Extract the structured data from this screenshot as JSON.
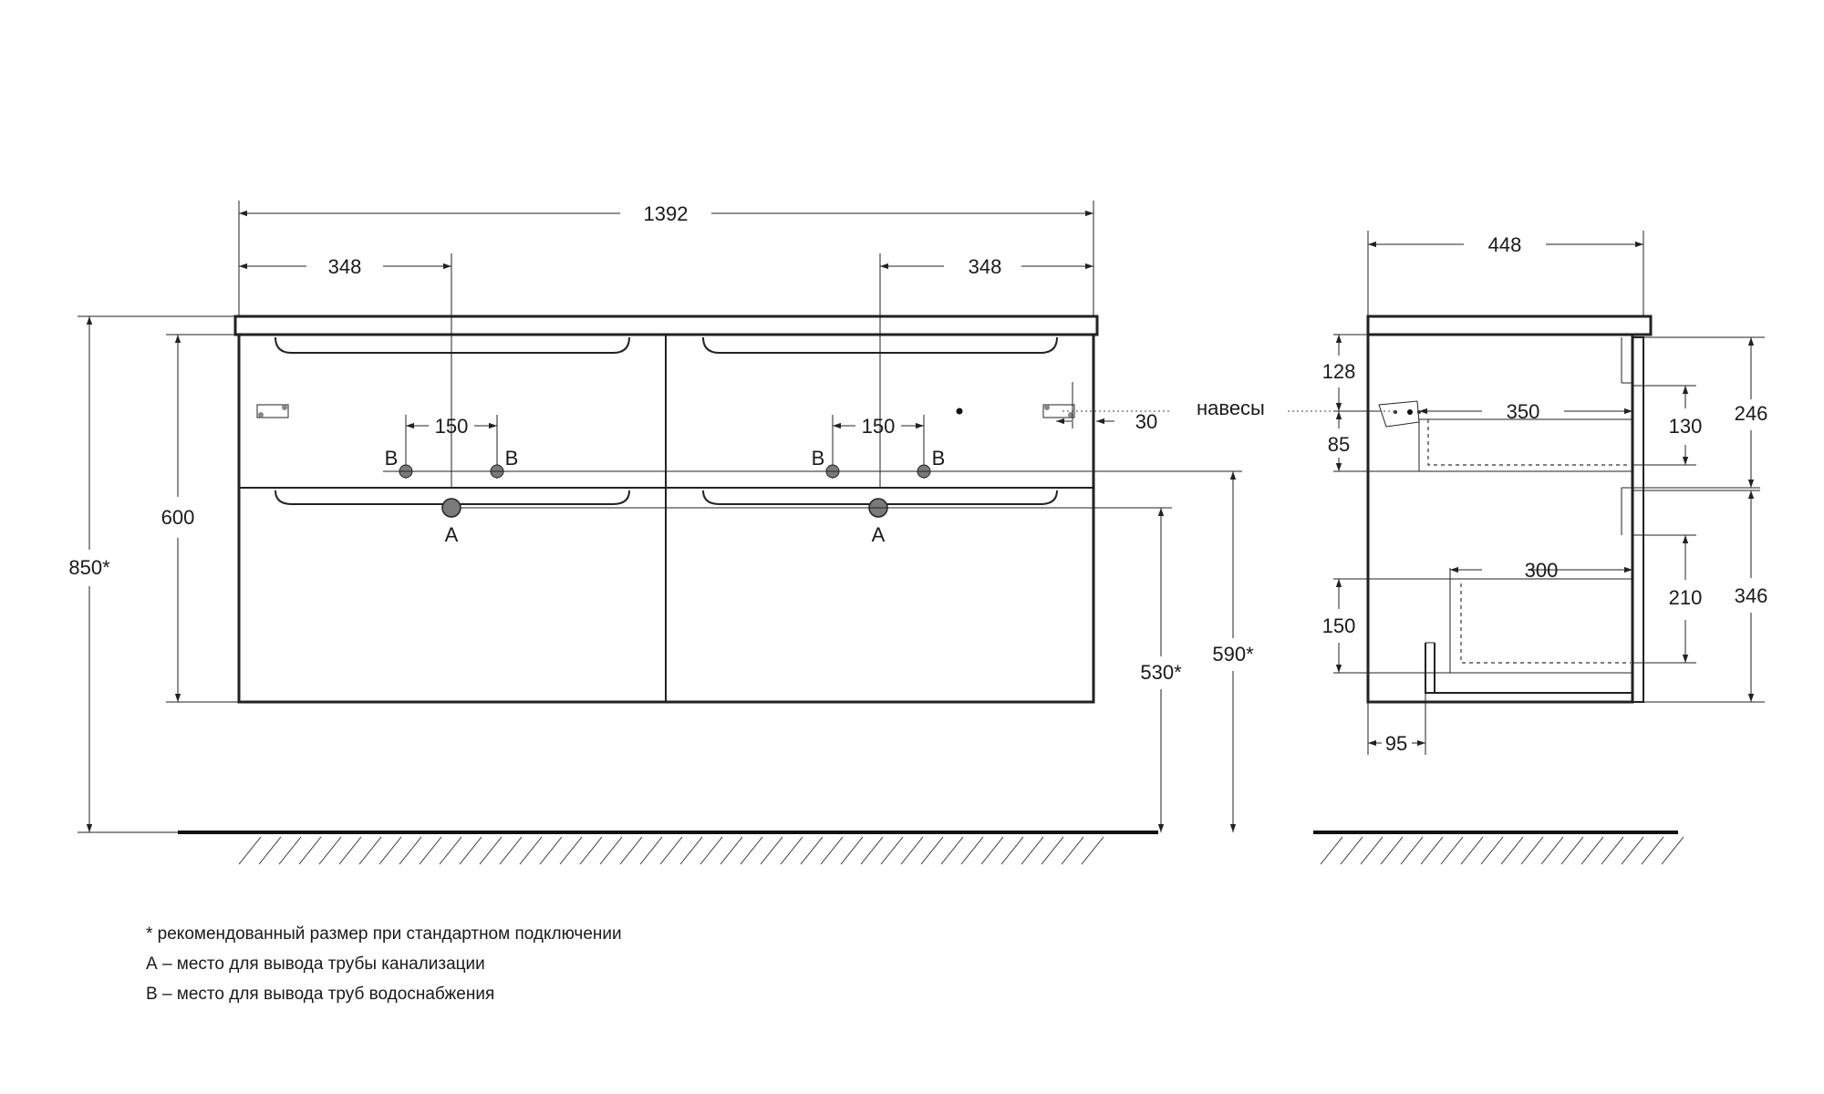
{
  "front_view": {
    "width_total": "1392",
    "offset_left": "348",
    "offset_right": "348",
    "pipe_spacing_left": "150",
    "pipe_spacing_right": "150",
    "marker_b": "B",
    "marker_a": "A",
    "body_height": "600",
    "total_height": "850*",
    "drain_height": "530*",
    "water_height": "590*",
    "hinge_offset": "30"
  },
  "side_view": {
    "depth_total": "448",
    "hinges_label": "навесы",
    "upper_top": "128",
    "upper_gap": "85",
    "upper_drawer_depth": "350",
    "upper_drawer_height": "130",
    "upper_section": "246",
    "lower_drawer_depth": "300",
    "lower_gap": "150",
    "lower_drawer_height": "210",
    "lower_section": "346",
    "plinth_offset": "95"
  },
  "notes": [
    "* рекомендованный размер при стандартном подключении",
    "А – место для вывода трубы канализации",
    "В – место для вывода труб водоснабжения"
  ]
}
